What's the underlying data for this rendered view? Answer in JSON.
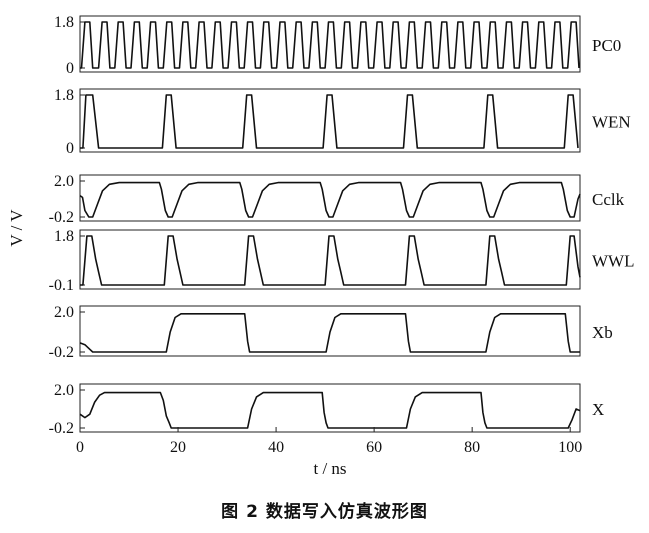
{
  "caption": "图 2   数据写入仿真波形图",
  "chart_data": {
    "type": "line",
    "title": "",
    "xlabel": "t / ns",
    "ylabel": "V / V",
    "x_ticks": [
      0,
      20,
      40,
      60,
      80,
      100
    ],
    "xlim": [
      0,
      102
    ],
    "panels": [
      {
        "name": "PC0",
        "y_ticks": [
          "1.8",
          "0"
        ],
        "ylim": [
          0,
          1.8
        ],
        "points": [
          [
            0,
            0
          ],
          [
            0.3,
            0
          ],
          [
            1.0,
            1.8
          ],
          [
            2.0,
            1.8
          ],
          [
            2.6,
            0
          ],
          [
            3.8,
            0
          ],
          [
            4.5,
            1.8
          ],
          [
            5.5,
            1.8
          ],
          [
            6.1,
            0
          ],
          [
            7.1,
            0
          ],
          [
            7.8,
            1.8
          ],
          [
            8.8,
            1.8
          ],
          [
            9.4,
            0
          ],
          [
            10.4,
            0
          ],
          [
            11.1,
            1.8
          ],
          [
            12.1,
            1.8
          ],
          [
            12.7,
            0
          ],
          [
            13.7,
            0
          ],
          [
            14.4,
            1.8
          ],
          [
            15.4,
            1.8
          ],
          [
            16.0,
            0
          ],
          [
            17.0,
            0
          ],
          [
            17.7,
            1.8
          ],
          [
            18.7,
            1.8
          ],
          [
            19.3,
            0
          ],
          [
            20.3,
            0
          ],
          [
            21.0,
            1.8
          ],
          [
            22.0,
            1.8
          ],
          [
            22.6,
            0
          ],
          [
            23.6,
            0
          ],
          [
            24.3,
            1.8
          ],
          [
            25.3,
            1.8
          ],
          [
            25.9,
            0
          ],
          [
            26.9,
            0
          ],
          [
            27.6,
            1.8
          ],
          [
            28.6,
            1.8
          ],
          [
            29.2,
            0
          ],
          [
            30.2,
            0
          ],
          [
            30.9,
            1.8
          ],
          [
            31.9,
            1.8
          ],
          [
            32.5,
            0
          ],
          [
            33.5,
            0
          ],
          [
            34.2,
            1.8
          ],
          [
            35.2,
            1.8
          ],
          [
            35.8,
            0
          ],
          [
            36.8,
            0
          ],
          [
            37.5,
            1.8
          ],
          [
            38.5,
            1.8
          ],
          [
            39.1,
            0
          ],
          [
            40.1,
            0
          ],
          [
            40.8,
            1.8
          ],
          [
            41.8,
            1.8
          ],
          [
            42.4,
            0
          ],
          [
            43.4,
            0
          ],
          [
            44.1,
            1.8
          ],
          [
            45.1,
            1.8
          ],
          [
            45.7,
            0
          ],
          [
            46.7,
            0
          ],
          [
            47.4,
            1.8
          ],
          [
            48.4,
            1.8
          ],
          [
            49.0,
            0
          ],
          [
            50.0,
            0
          ],
          [
            50.7,
            1.8
          ],
          [
            51.7,
            1.8
          ],
          [
            52.3,
            0
          ],
          [
            53.3,
            0
          ],
          [
            54.0,
            1.8
          ],
          [
            55.0,
            1.8
          ],
          [
            55.6,
            0
          ],
          [
            56.6,
            0
          ],
          [
            57.3,
            1.8
          ],
          [
            58.3,
            1.8
          ],
          [
            58.9,
            0
          ],
          [
            59.9,
            0
          ],
          [
            60.6,
            1.8
          ],
          [
            61.6,
            1.8
          ],
          [
            62.2,
            0
          ],
          [
            63.2,
            0
          ],
          [
            63.9,
            1.8
          ],
          [
            64.9,
            1.8
          ],
          [
            65.5,
            0
          ],
          [
            66.5,
            0
          ],
          [
            67.2,
            1.8
          ],
          [
            68.2,
            1.8
          ],
          [
            68.8,
            0
          ],
          [
            69.8,
            0
          ],
          [
            70.5,
            1.8
          ],
          [
            71.5,
            1.8
          ],
          [
            72.1,
            0
          ],
          [
            73.1,
            0
          ],
          [
            73.8,
            1.8
          ],
          [
            74.8,
            1.8
          ],
          [
            75.4,
            0
          ],
          [
            76.4,
            0
          ],
          [
            77.1,
            1.8
          ],
          [
            78.1,
            1.8
          ],
          [
            78.7,
            0
          ],
          [
            79.7,
            0
          ],
          [
            80.4,
            1.8
          ],
          [
            81.4,
            1.8
          ],
          [
            82.0,
            0
          ],
          [
            83.0,
            0
          ],
          [
            83.7,
            1.8
          ],
          [
            84.7,
            1.8
          ],
          [
            85.3,
            0
          ],
          [
            86.3,
            0
          ],
          [
            87.0,
            1.8
          ],
          [
            88.0,
            1.8
          ],
          [
            88.6,
            0
          ],
          [
            89.6,
            0
          ],
          [
            90.3,
            1.8
          ],
          [
            91.3,
            1.8
          ],
          [
            91.9,
            0
          ],
          [
            92.9,
            0
          ],
          [
            93.6,
            1.8
          ],
          [
            94.6,
            1.8
          ],
          [
            95.2,
            0
          ],
          [
            96.2,
            0
          ],
          [
            96.9,
            1.8
          ],
          [
            97.9,
            1.8
          ],
          [
            98.5,
            0
          ],
          [
            99.5,
            0
          ],
          [
            100.2,
            1.8
          ],
          [
            101.2,
            1.8
          ],
          [
            101.8,
            0
          ]
        ]
      },
      {
        "name": "WEN",
        "y_ticks": [
          "1.8",
          "0"
        ],
        "ylim": [
          0,
          1.8
        ],
        "points": [
          [
            0,
            0
          ],
          [
            0.6,
            0
          ],
          [
            1.2,
            1.8
          ],
          [
            2.6,
            1.8
          ],
          [
            3.8,
            0
          ],
          [
            16.8,
            0
          ],
          [
            17.6,
            1.8
          ],
          [
            18.6,
            1.8
          ],
          [
            19.6,
            0
          ],
          [
            33.2,
            0
          ],
          [
            34.0,
            1.8
          ],
          [
            35.0,
            1.8
          ],
          [
            36.0,
            0
          ],
          [
            49.6,
            0
          ],
          [
            50.4,
            1.8
          ],
          [
            51.4,
            1.8
          ],
          [
            52.4,
            0
          ],
          [
            66.0,
            0
          ],
          [
            66.8,
            1.8
          ],
          [
            67.8,
            1.8
          ],
          [
            68.8,
            0
          ],
          [
            82.4,
            0
          ],
          [
            83.2,
            1.8
          ],
          [
            84.2,
            1.8
          ],
          [
            85.2,
            0
          ],
          [
            98.8,
            0
          ],
          [
            99.6,
            1.8
          ],
          [
            100.6,
            1.8
          ],
          [
            101.6,
            0
          ]
        ]
      },
      {
        "name": "Cclk",
        "y_ticks": [
          "2.0",
          "-0.2"
        ],
        "ylim": [
          -0.2,
          2.0
        ],
        "points": [
          [
            0,
            1.1
          ],
          [
            0.5,
            1.0
          ],
          [
            1.0,
            0.2
          ],
          [
            1.8,
            -0.2
          ],
          [
            2.6,
            -0.2
          ],
          [
            3.6,
            0.6
          ],
          [
            4.6,
            1.4
          ],
          [
            6.0,
            1.8
          ],
          [
            8.0,
            1.9
          ],
          [
            16.2,
            1.9
          ],
          [
            16.6,
            1.5
          ],
          [
            17.4,
            0.2
          ],
          [
            18.0,
            -0.2
          ],
          [
            18.8,
            -0.2
          ],
          [
            19.8,
            0.6
          ],
          [
            20.8,
            1.4
          ],
          [
            22.2,
            1.8
          ],
          [
            24.0,
            1.9
          ],
          [
            32.6,
            1.9
          ],
          [
            33.0,
            1.5
          ],
          [
            33.8,
            0.2
          ],
          [
            34.4,
            -0.2
          ],
          [
            35.2,
            -0.2
          ],
          [
            36.2,
            0.6
          ],
          [
            37.2,
            1.4
          ],
          [
            38.6,
            1.8
          ],
          [
            40.4,
            1.9
          ],
          [
            49.0,
            1.9
          ],
          [
            49.4,
            1.5
          ],
          [
            50.2,
            0.2
          ],
          [
            50.8,
            -0.2
          ],
          [
            51.6,
            -0.2
          ],
          [
            52.6,
            0.6
          ],
          [
            53.6,
            1.4
          ],
          [
            55.0,
            1.8
          ],
          [
            56.8,
            1.9
          ],
          [
            65.4,
            1.9
          ],
          [
            65.8,
            1.5
          ],
          [
            66.6,
            0.2
          ],
          [
            67.2,
            -0.2
          ],
          [
            68.0,
            -0.2
          ],
          [
            69.0,
            0.6
          ],
          [
            70.0,
            1.4
          ],
          [
            71.4,
            1.8
          ],
          [
            73.2,
            1.9
          ],
          [
            81.8,
            1.9
          ],
          [
            82.2,
            1.5
          ],
          [
            83.0,
            0.2
          ],
          [
            83.6,
            -0.2
          ],
          [
            84.4,
            -0.2
          ],
          [
            85.4,
            0.6
          ],
          [
            86.4,
            1.4
          ],
          [
            87.8,
            1.8
          ],
          [
            89.6,
            1.9
          ],
          [
            98.2,
            1.9
          ],
          [
            98.6,
            1.5
          ],
          [
            99.4,
            0.2
          ],
          [
            100.0,
            -0.2
          ],
          [
            100.8,
            -0.2
          ],
          [
            101.6,
            0.9
          ],
          [
            102,
            1.2
          ]
        ]
      },
      {
        "name": "WWL",
        "y_ticks": [
          "1.8",
          "-0.1"
        ],
        "ylim": [
          -0.1,
          1.8
        ],
        "points": [
          [
            0,
            -0.1
          ],
          [
            0.6,
            -0.1
          ],
          [
            1.4,
            1.8
          ],
          [
            2.4,
            1.8
          ],
          [
            3.2,
            0.9
          ],
          [
            3.8,
            0.4
          ],
          [
            4.4,
            -0.1
          ],
          [
            17.2,
            -0.1
          ],
          [
            18.0,
            1.8
          ],
          [
            19.0,
            1.8
          ],
          [
            19.8,
            0.9
          ],
          [
            20.4,
            0.4
          ],
          [
            21.0,
            -0.1
          ],
          [
            33.6,
            -0.1
          ],
          [
            34.4,
            1.8
          ],
          [
            35.4,
            1.8
          ],
          [
            36.2,
            0.9
          ],
          [
            36.8,
            0.4
          ],
          [
            37.4,
            -0.1
          ],
          [
            50.0,
            -0.1
          ],
          [
            50.8,
            1.8
          ],
          [
            51.8,
            1.8
          ],
          [
            52.6,
            0.9
          ],
          [
            53.2,
            0.4
          ],
          [
            53.8,
            -0.1
          ],
          [
            66.4,
            -0.1
          ],
          [
            67.2,
            1.8
          ],
          [
            68.2,
            1.8
          ],
          [
            69.0,
            0.9
          ],
          [
            69.6,
            0.4
          ],
          [
            70.2,
            -0.1
          ],
          [
            82.8,
            -0.1
          ],
          [
            83.6,
            1.8
          ],
          [
            84.6,
            1.8
          ],
          [
            85.4,
            0.9
          ],
          [
            86.0,
            0.4
          ],
          [
            86.6,
            -0.1
          ],
          [
            99.2,
            -0.1
          ],
          [
            100.0,
            1.8
          ],
          [
            100.8,
            1.8
          ],
          [
            101.6,
            0.6
          ],
          [
            102,
            0.2
          ]
        ]
      },
      {
        "name": "Xb",
        "y_ticks": [
          "2.0",
          "-0.2"
        ],
        "ylim": [
          -0.2,
          2.0
        ],
        "points": [
          [
            0,
            0.3
          ],
          [
            1.0,
            0.2
          ],
          [
            2.0,
            -0.05
          ],
          [
            2.6,
            -0.2
          ],
          [
            17.6,
            -0.2
          ],
          [
            18.4,
            0.9
          ],
          [
            19.4,
            1.7
          ],
          [
            20.6,
            1.9
          ],
          [
            33.6,
            1.9
          ],
          [
            34.2,
            0.4
          ],
          [
            34.6,
            -0.2
          ],
          [
            50.2,
            -0.2
          ],
          [
            51.0,
            0.9
          ],
          [
            52.0,
            1.7
          ],
          [
            53.2,
            1.9
          ],
          [
            66.4,
            1.9
          ],
          [
            67.0,
            0.4
          ],
          [
            67.4,
            -0.2
          ],
          [
            82.8,
            -0.2
          ],
          [
            83.6,
            0.9
          ],
          [
            84.6,
            1.7
          ],
          [
            85.8,
            1.9
          ],
          [
            99.0,
            1.9
          ],
          [
            99.6,
            0.4
          ],
          [
            100.0,
            -0.2
          ],
          [
            102,
            -0.2
          ]
        ]
      },
      {
        "name": "X",
        "y_ticks": [
          "2.0",
          "-0.2"
        ],
        "ylim": [
          -0.2,
          2.0
        ],
        "points": [
          [
            0,
            0.6
          ],
          [
            1.0,
            0.4
          ],
          [
            2.0,
            0.6
          ],
          [
            3.0,
            1.3
          ],
          [
            4.0,
            1.7
          ],
          [
            5.0,
            1.85
          ],
          [
            16.4,
            1.85
          ],
          [
            17.0,
            1.4
          ],
          [
            17.6,
            0.5
          ],
          [
            18.2,
            0.1
          ],
          [
            18.6,
            -0.2
          ],
          [
            34.2,
            -0.2
          ],
          [
            35.0,
            0.9
          ],
          [
            36.0,
            1.6
          ],
          [
            37.4,
            1.85
          ],
          [
            49.4,
            1.85
          ],
          [
            49.8,
            0.7
          ],
          [
            50.2,
            0.1
          ],
          [
            50.6,
            -0.2
          ],
          [
            66.6,
            -0.2
          ],
          [
            67.4,
            0.9
          ],
          [
            68.4,
            1.6
          ],
          [
            69.8,
            1.85
          ],
          [
            81.8,
            1.85
          ],
          [
            82.2,
            0.7
          ],
          [
            82.6,
            0.1
          ],
          [
            83.0,
            -0.2
          ],
          [
            99.6,
            -0.2
          ],
          [
            100.4,
            0.3
          ],
          [
            101.2,
            0.9
          ],
          [
            102,
            0.8
          ]
        ]
      }
    ]
  }
}
